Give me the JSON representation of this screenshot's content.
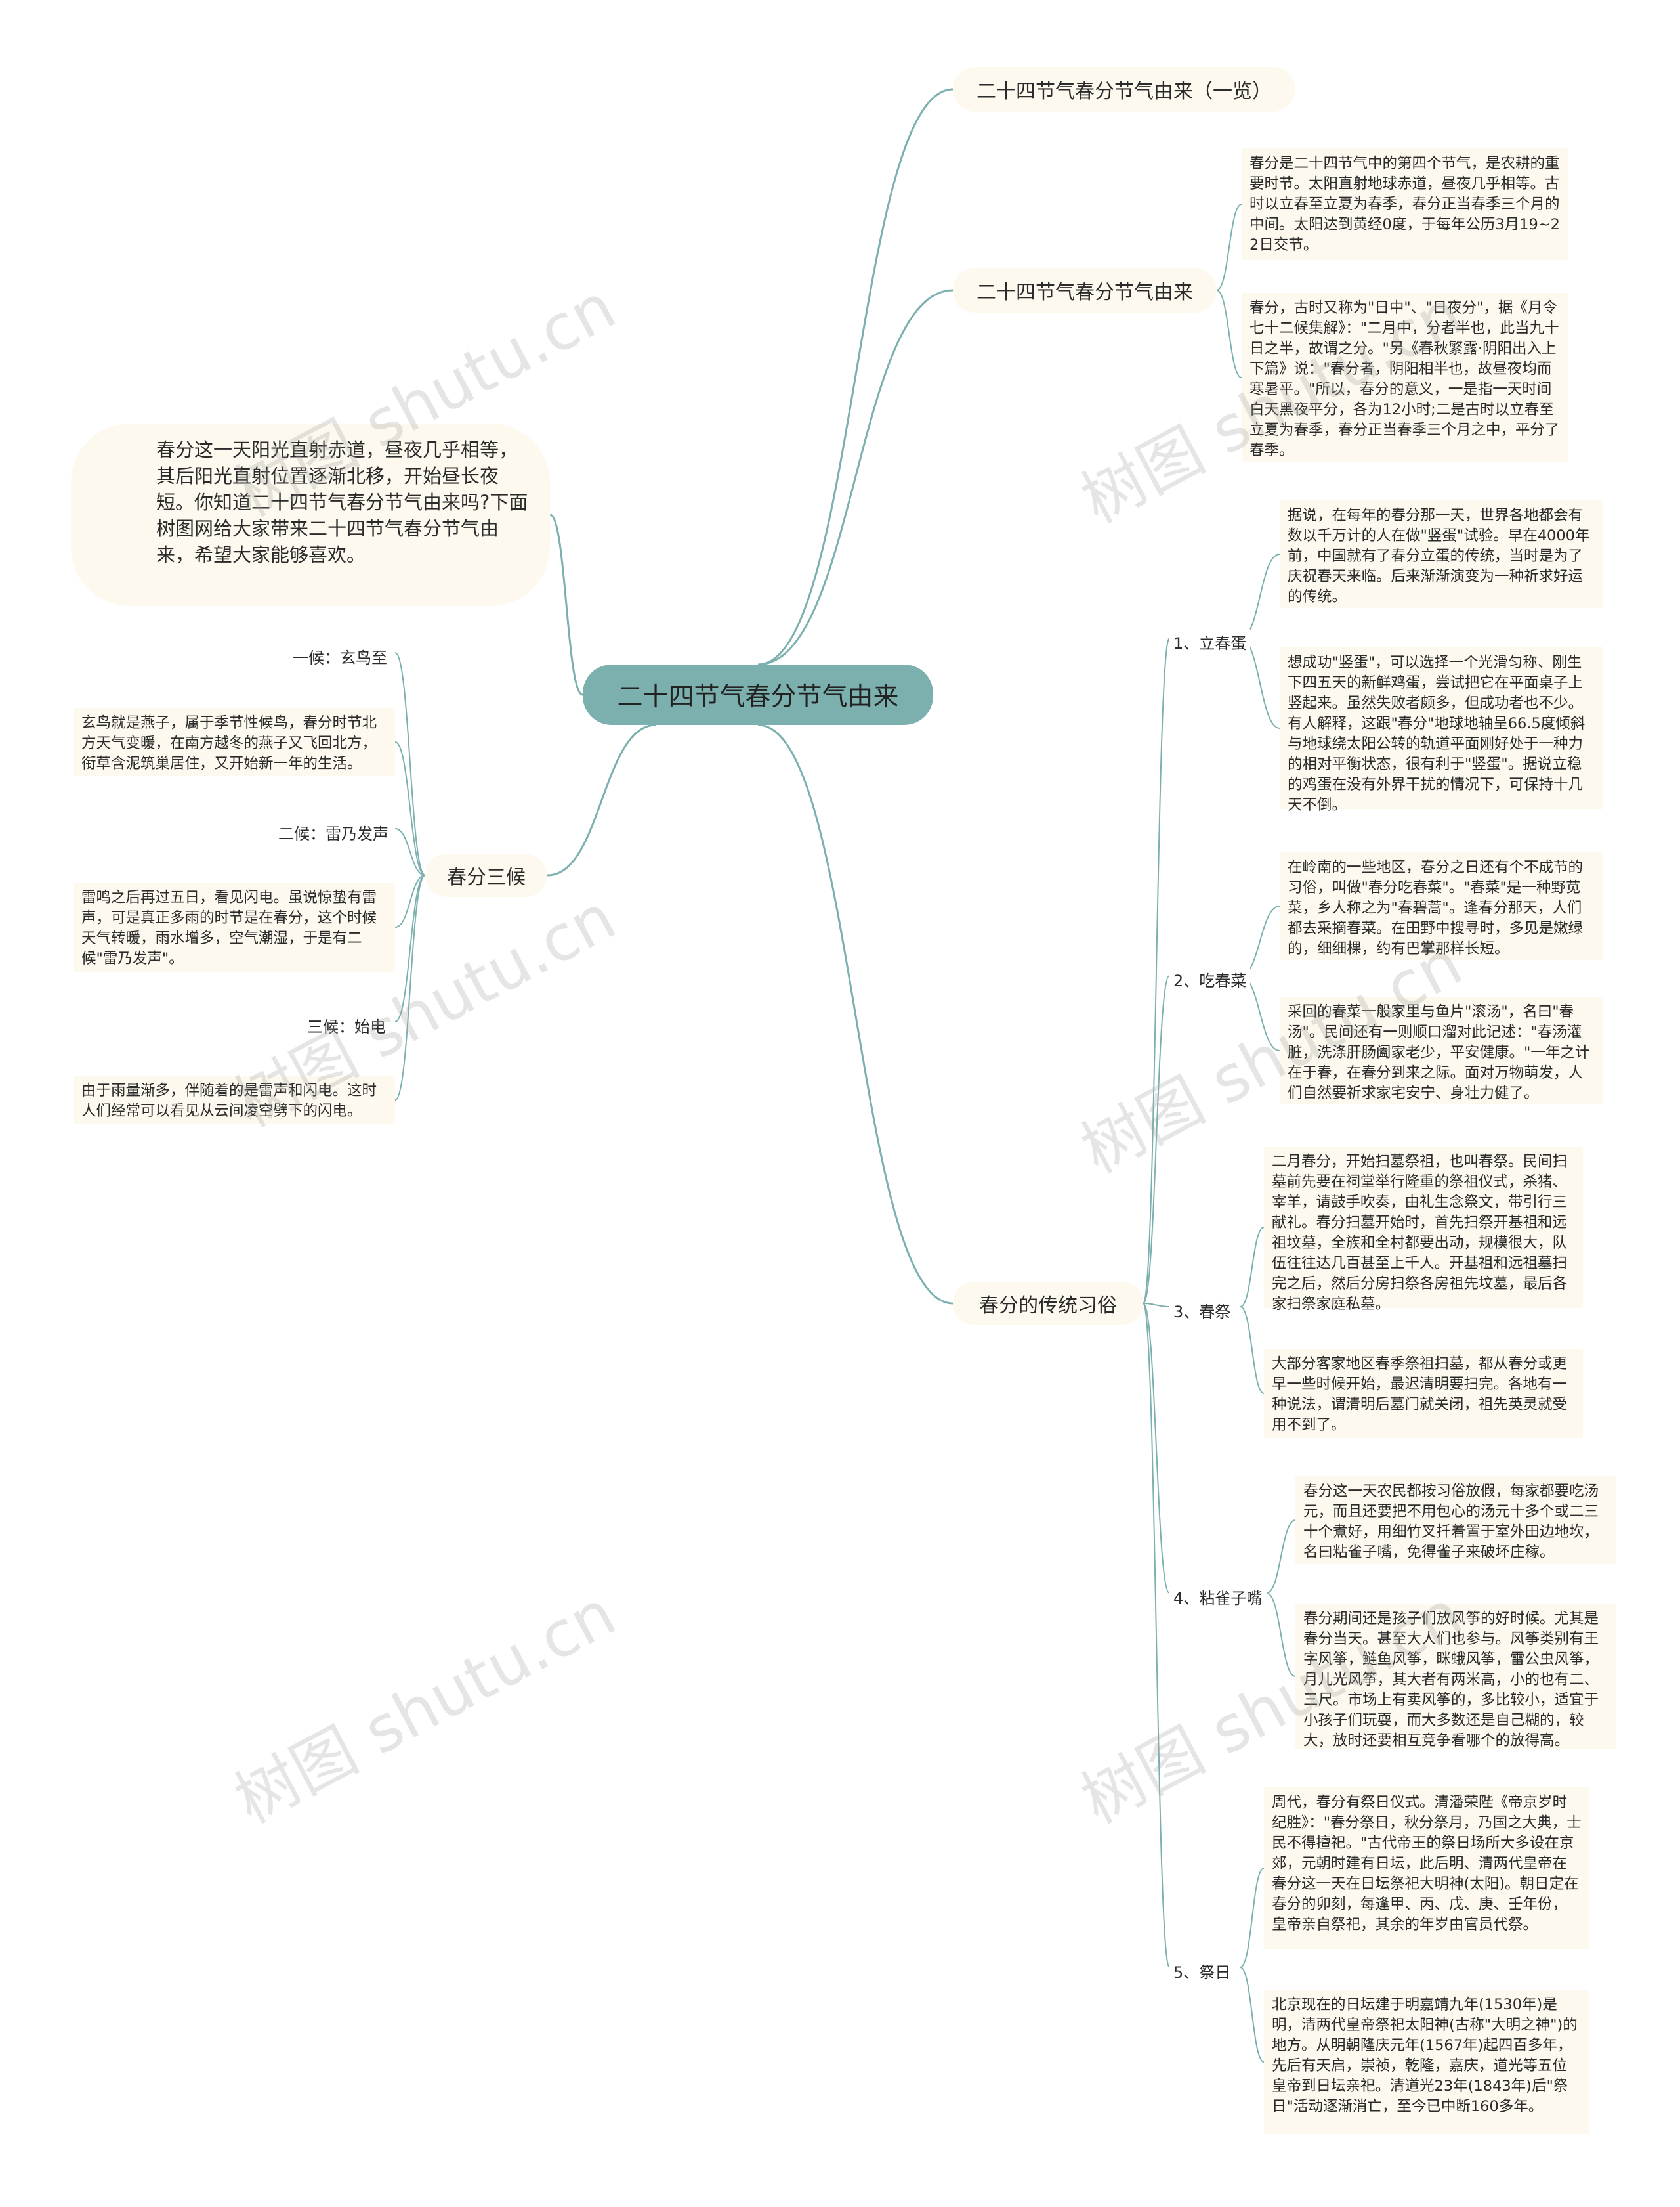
{
  "root": {
    "label": "二十四节气春分节气由来"
  },
  "intro": {
    "text": "春分这一天阳光直射赤道，昼夜几乎相等，其后阳光直射位置逐渐北移，开始昼长夜短。你知道二十四节气春分节气由来吗?下面树图网给大家带来二十四节气春分节气由来，希望大家能够喜欢。"
  },
  "branch_list": {
    "label": "二十四节气春分节气由来（一览）"
  },
  "branch_origin": {
    "label": "二十四节气春分节气由来",
    "notes": [
      "春分是二十四节气中的第四个节气，是农耕的重要时节。太阳直射地球赤道，昼夜几乎相等。古时以立春至立夏为春季，春分正当春季三个月的中间。太阳达到黄经0度，于每年公历3月19~22日交节。",
      "春分，古时又称为\"日中\"、\"日夜分\"，据《月令七十二候集解》：\"二月中，分者半也，此当九十日之半，故谓之分。\"另《春秋繁露·阴阳出入上下篇》说：\"春分者，阴阳相半也，故昼夜均而寒暑平。\"所以，春分的意义，一是指一天时间白天黑夜平分，各为12小时;二是古时以立春至立夏为春季，春分正当春季三个月之中，平分了春季。"
    ]
  },
  "branch_three": {
    "label": "春分三候",
    "items": [
      {
        "label": "一候：玄鸟至",
        "note": "玄鸟就是燕子，属于季节性候鸟，春分时节北方天气变暖，在南方越冬的燕子又飞回北方，衔草含泥筑巢居住，又开始新一年的生活。"
      },
      {
        "label": "二候：雷乃发声",
        "note": "雷鸣之后再过五日，看见闪电。虽说惊蛰有雷声，可是真正多雨的时节是在春分，这个时候天气转暖，雨水增多，空气潮湿，于是有二候\"雷乃发声\"。"
      },
      {
        "label": "三候：始电",
        "note": "由于雨量渐多，伴随着的是雷声和闪电。这时人们经常可以看见从云间凌空劈下的闪电。"
      }
    ]
  },
  "branch_customs": {
    "label": "春分的传统习俗",
    "items": [
      {
        "label": "1、立春蛋",
        "notes": [
          "据说，在每年的春分那一天，世界各地都会有数以千万计的人在做\"竖蛋\"试验。早在4000年前，中国就有了春分立蛋的传统，当时是为了庆祝春天来临。后来渐渐演变为一种祈求好运的传统。",
          "想成功\"竖蛋\"，可以选择一个光滑匀称、刚生下四五天的新鲜鸡蛋，尝试把它在平面桌子上竖起来。虽然失败者颇多，但成功者也不少。有人解释，这跟\"春分\"地球地轴呈66.5度倾斜与地球绕太阳公转的轨道平面刚好处于一种力的相对平衡状态，很有利于\"竖蛋\"。据说立稳的鸡蛋在没有外界干扰的情况下，可保持十几天不倒。"
        ]
      },
      {
        "label": "2、吃春菜",
        "notes": [
          "在岭南的一些地区，春分之日还有个不成节的习俗，叫做\"春分吃春菜\"。\"春菜\"是一种野苋菜，乡人称之为\"春碧蒿\"。逢春分那天，人们都去采摘春菜。在田野中搜寻时，多见是嫩绿的，细细棵，约有巴掌那样长短。",
          "采回的春菜一般家里与鱼片\"滚汤\"，名曰\"春汤\"。民间还有一则顺口溜对此记述：\"春汤灌脏，洗涤肝肠阖家老少，平安健康。\"一年之计在于春，在春分到来之际。面对万物萌发，人们自然要祈求家宅安宁、身壮力健了。"
        ]
      },
      {
        "label": "3、春祭",
        "notes": [
          "二月春分，开始扫墓祭祖，也叫春祭。民间扫墓前先要在祠堂举行隆重的祭祖仪式，杀猪、宰羊，请鼓手吹奏，由礼生念祭文，带引行三献礼。春分扫墓开始时，首先扫祭开基祖和远祖坟墓，全族和全村都要出动，规模很大，队伍往往达几百甚至上千人。开基祖和远祖墓扫完之后，然后分房扫祭各房祖先坟墓，最后各家扫祭家庭私墓。",
          "大部分客家地区春季祭祖扫墓，都从春分或更早一些时候开始，最迟清明要扫完。各地有一种说法，谓清明后墓门就关闭，祖先英灵就受用不到了。"
        ]
      },
      {
        "label": "4、粘雀子嘴",
        "notes": [
          "春分这一天农民都按习俗放假，每家都要吃汤元，而且还要把不用包心的汤元十多个或二三十个煮好，用细竹叉扦着置于室外田边地坎，名曰粘雀子嘴，免得雀子来破坏庄稼。",
          "春分期间还是孩子们放风筝的好时候。尤其是春分当天。甚至大人们也参与。风筝类别有王字风筝，鲢鱼风筝，眯蛾风筝，雷公虫风筝，月儿光风筝，其大者有两米高，小的也有二、三尺。市场上有卖风筝的，多比较小，适宜于小孩子们玩耍，而大多数还是自己糊的，较大，放时还要相互竞争看哪个的放得高。"
        ]
      },
      {
        "label": "5、祭日",
        "notes": [
          "周代，春分有祭日仪式。清潘荣陛《帝京岁时纪胜》：\"春分祭日，秋分祭月，乃国之大典，士民不得擅祀。\"古代帝王的祭日场所大多设在京郊，元朝时建有日坛，此后明、清两代皇帝在春分这一天在日坛祭祀大明神(太阳)。朝日定在春分的卯刻，每逢甲、丙、戊、庚、壬年份，皇帝亲自祭祀，其余的年岁由官员代祭。",
          "北京现在的日坛建于明嘉靖九年(1530年)是明，清两代皇帝祭祀太阳神(古称\"大明之神\")的地方。从明朝隆庆元年(1567年)起四百多年，先后有天启，崇祯，乾隆，嘉庆，道光等五位皇帝到日坛亲祀。清道光23年(1843年)后\"祭日\"活动逐渐消亡，至今已中断160多年。"
        ]
      }
    ]
  },
  "watermark": "树图 shutu.cn",
  "colors": {
    "line": "#7bb0ae",
    "root_fill": "#7bb0ae",
    "node_fill": "#fdf9ee"
  }
}
